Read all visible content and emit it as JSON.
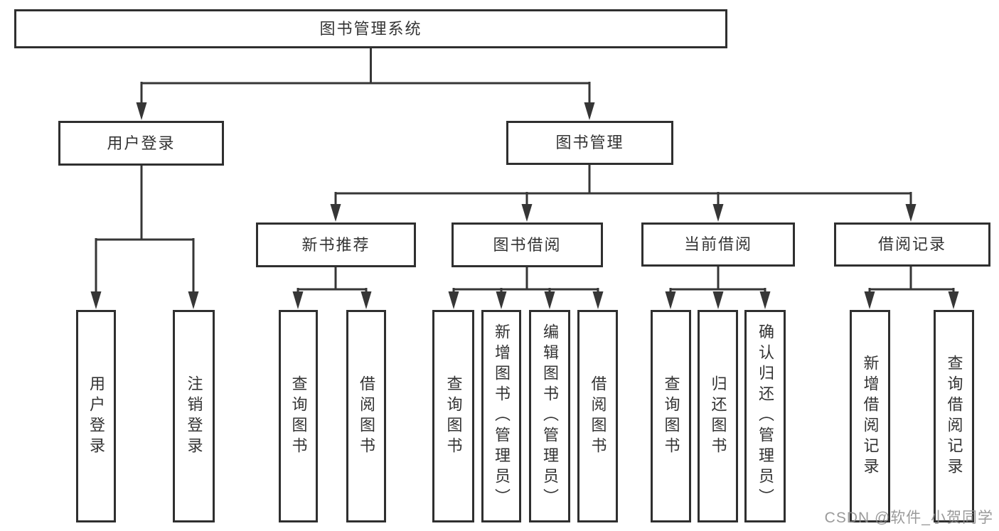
{
  "diagram_title": "图书管理系统",
  "watermark": "CSDN @软件_小贺同学",
  "colors": {
    "line": "#363636",
    "border": "#2f2f2f",
    "text": "#333333",
    "watermark_text": "#8c8c8c",
    "background": "#ffffff"
  },
  "tree": {
    "root": {
      "label": "图书管理系统"
    },
    "branches": [
      {
        "label": "用户登录",
        "children": [
          {
            "label": "用户登录"
          },
          {
            "label": "注销登录"
          }
        ]
      },
      {
        "label": "图书管理",
        "sections": [
          {
            "label": "新书推荐",
            "children": [
              {
                "label": "查询图书"
              },
              {
                "label": "借阅图书"
              }
            ]
          },
          {
            "label": "图书借阅",
            "children": [
              {
                "label": "查询图书"
              },
              {
                "label": "新增图书（管理员）"
              },
              {
                "label": "编辑图书（管理员）"
              },
              {
                "label": "借阅图书"
              }
            ]
          },
          {
            "label": "当前借阅",
            "children": [
              {
                "label": "查询图书"
              },
              {
                "label": "归还图书"
              },
              {
                "label": "确认归还（管理员）"
              }
            ]
          },
          {
            "label": "借阅记录",
            "children": [
              {
                "label": "新增借阅记录"
              },
              {
                "label": "查询借阅记录"
              }
            ]
          }
        ]
      }
    ]
  }
}
